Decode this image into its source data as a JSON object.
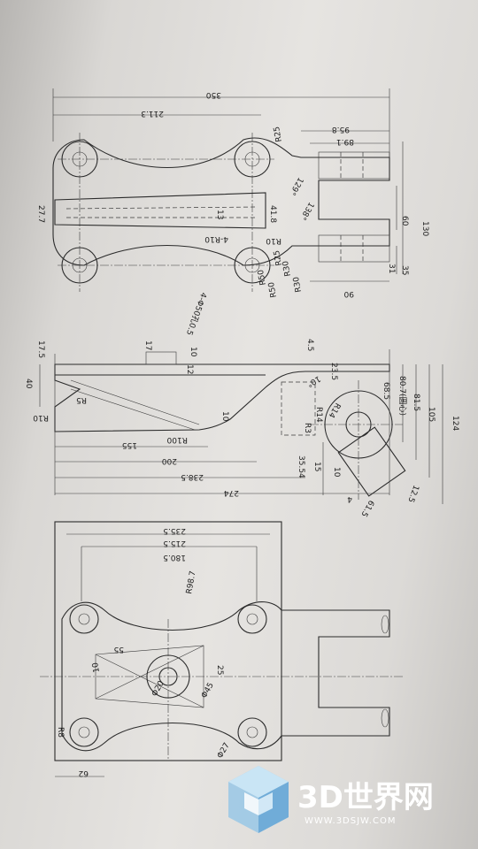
{
  "drawing": {
    "top_view": {
      "dims": [
        "350",
        "211.3",
        "95.8",
        "89.1",
        "R25",
        "R25",
        "R30",
        "R30",
        "R50",
        "R50",
        "130",
        "60",
        "35",
        "31",
        "90",
        "27.7",
        "13",
        "41.8",
        "R10",
        "4-R10",
        "4-Φ50孔0.5",
        "129°",
        "138°"
      ]
    },
    "side_view": {
      "dims": [
        "17.5",
        "40",
        "R10",
        "17",
        "10",
        "4.5",
        "10°",
        "23.5",
        "10",
        "12",
        "R5",
        "68.5",
        "80.7(圆心)",
        "81.5",
        "105",
        "124",
        "R100",
        "155",
        "200",
        "238.5",
        "274",
        "R3",
        "R14",
        "R14",
        "35.54",
        "15",
        "10",
        "61.5",
        "12.5",
        "4"
      ]
    },
    "bottom_view": {
      "dims": [
        "235.5",
        "215.5",
        "180.5",
        "R98.7",
        "55",
        "10",
        "Φ20",
        "Φ45",
        "25",
        "R8",
        "62",
        "Φ27"
      ]
    }
  },
  "watermark": {
    "brand": "3D世界网",
    "url": "WWW.3DSJW.COM"
  }
}
